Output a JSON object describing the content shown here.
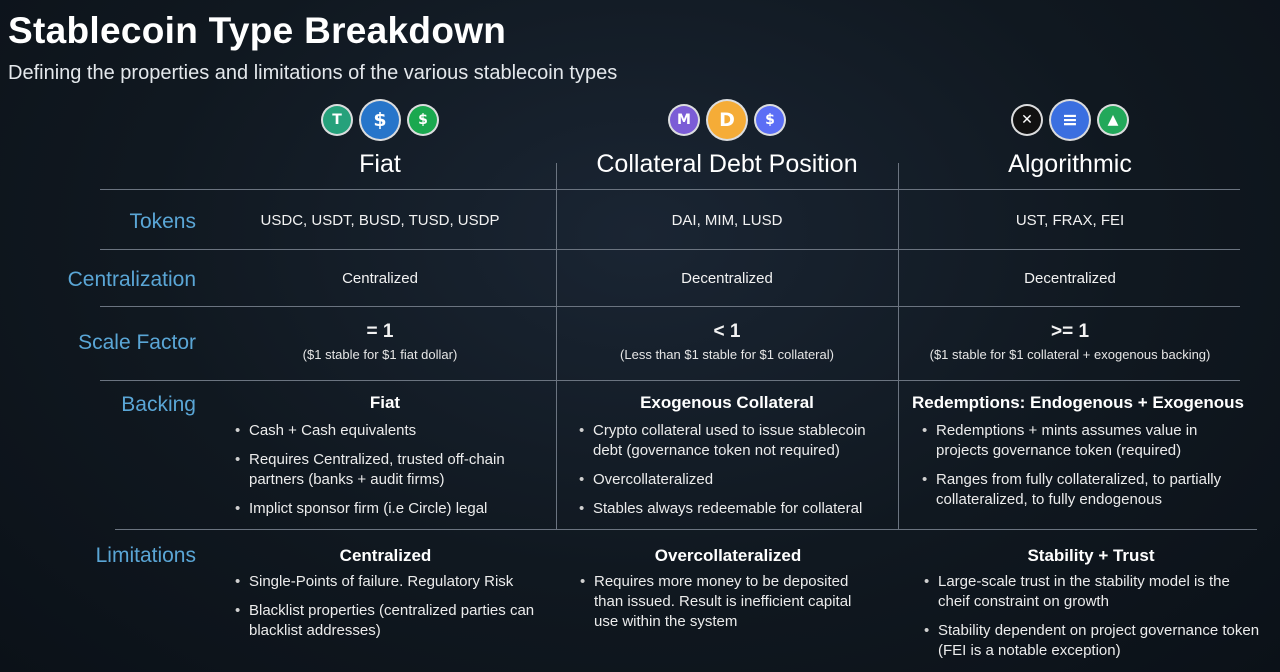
{
  "title": "Stablecoin Type Breakdown",
  "subtitle": "Defining the properties and limitations of the various stablecoin types",
  "icons": {
    "fiat": [
      {
        "name": "tether-icon",
        "glyph": "T",
        "color": "#26a17b"
      },
      {
        "name": "usdc-icon",
        "glyph": "$",
        "color": "#2775ca"
      },
      {
        "name": "busd-icon",
        "glyph": "$",
        "color": "#1aa84f"
      }
    ],
    "cdp": [
      {
        "name": "mim-icon",
        "glyph": "M",
        "color": "#7b5cd6"
      },
      {
        "name": "dai-icon",
        "glyph": "D",
        "color": "#f5ac37"
      },
      {
        "name": "lusd-icon",
        "glyph": "$",
        "color": "#5b6ef5"
      }
    ],
    "algo": [
      {
        "name": "frax-icon",
        "glyph": "✕",
        "color": "#111111"
      },
      {
        "name": "ust-icon",
        "glyph": "≡",
        "color": "#3b6fe0"
      },
      {
        "name": "fei-icon",
        "glyph": "▲",
        "color": "#22a85a"
      }
    ]
  },
  "columns": {
    "fiat": "Fiat",
    "cdp": "Collateral Debt Position",
    "algo": "Algorithmic"
  },
  "rows": {
    "tokens": {
      "label": "Tokens",
      "fiat": "USDC, USDT, BUSD, TUSD, USDP",
      "cdp": "DAI, MIM, LUSD",
      "algo": "UST, FRAX, FEI"
    },
    "centralization": {
      "label": "Centralization",
      "fiat": "Centralized",
      "cdp": "Decentralized",
      "algo": "Decentralized"
    },
    "scale": {
      "label": "Scale Factor",
      "fiat": {
        "value": "= 1",
        "note": "($1 stable for $1 fiat dollar)"
      },
      "cdp": {
        "value": "< 1",
        "note": "(Less than $1 stable for $1 collateral)"
      },
      "algo": {
        "value": ">= 1",
        "note": "($1 stable for $1 collateral + exogenous backing)"
      }
    },
    "backing": {
      "label": "Backing",
      "fiat": {
        "heading": "Fiat",
        "items": [
          "Cash + Cash equivalents",
          "Requires Centralized, trusted off-chain partners (banks + audit firms)",
          "Implict sponsor firm (i.e Circle) legal"
        ]
      },
      "cdp": {
        "heading": "Exogenous Collateral",
        "items": [
          "Crypto collateral used to issue stablecoin debt (governance token not required)",
          "Overcollateralized",
          "Stables always redeemable for collateral"
        ]
      },
      "algo": {
        "heading": "Redemptions: Endogenous + Exogenous",
        "items": [
          "Redemptions + mints assumes value in projects governance token (required)",
          "Ranges from fully collateralized, to partially collateralized, to fully endogenous"
        ]
      }
    },
    "limitations": {
      "label": "Limitations",
      "fiat": {
        "heading": "Centralized",
        "items": [
          "Single-Points of failure. Regulatory Risk",
          "Blacklist properties (centralized parties can blacklist addresses)"
        ]
      },
      "cdp": {
        "heading": "Overcollateralized",
        "items": [
          "Requires more money to be deposited than issued. Result is inefficient capital use within the system"
        ]
      },
      "algo": {
        "heading": "Stability + Trust",
        "items": [
          "Large-scale trust in the stability model is the cheif constraint on growth",
          "Stability dependent on project governance token (FEI is a notable exception)"
        ]
      }
    }
  }
}
